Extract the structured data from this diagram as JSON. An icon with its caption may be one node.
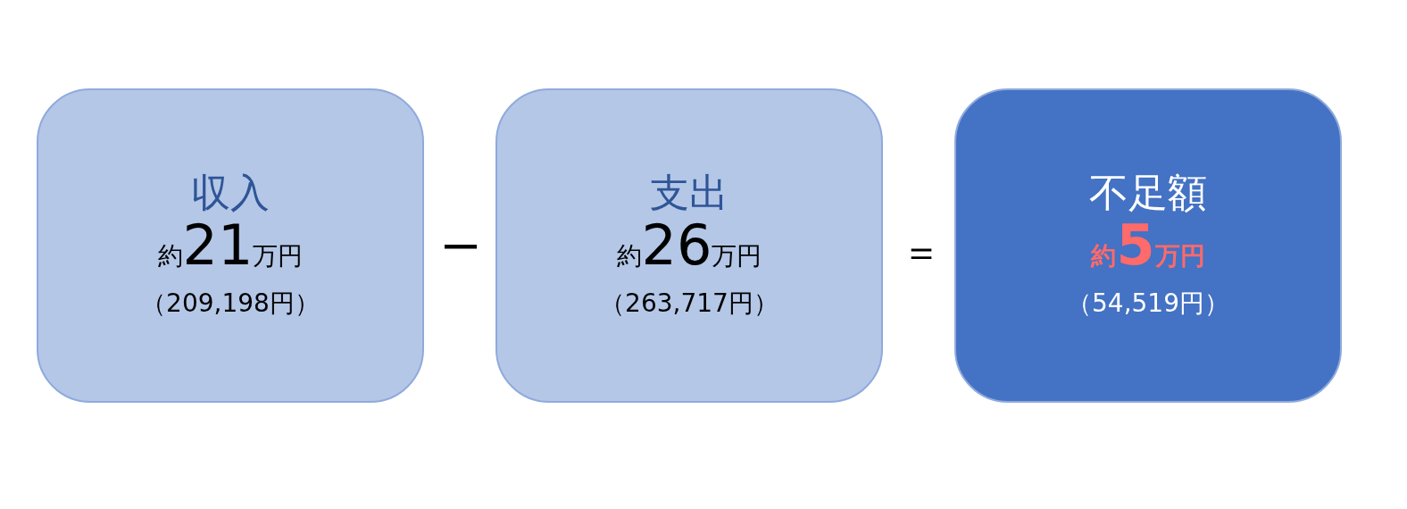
{
  "diagram": {
    "nodes": [
      {
        "text": [
          "収入",
          "約21万円",
          "（209,198円）"
        ]
      },
      {
        "text": [
          "支出",
          "約26万円",
          "（263,717円）"
        ]
      },
      {
        "text": [
          "不足額",
          "約5万円",
          "（54,519円）"
        ]
      }
    ],
    "labels": [
      "ー",
      "＝"
    ]
  }
}
